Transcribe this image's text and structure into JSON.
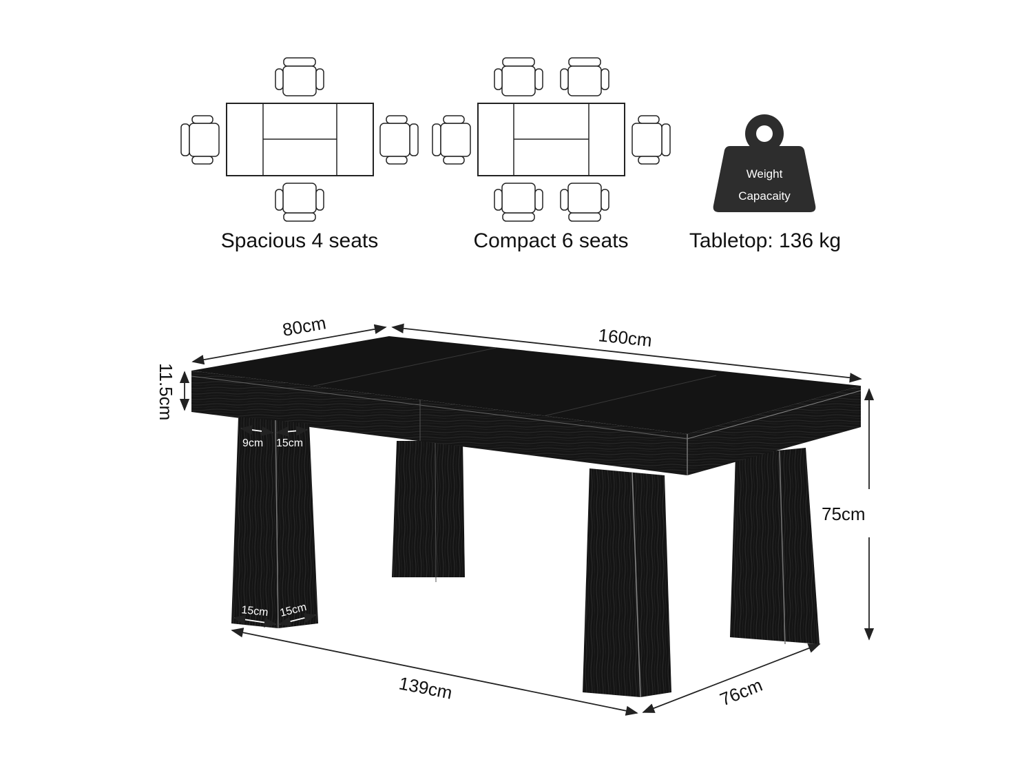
{
  "seating": {
    "layouts": [
      {
        "label": "Spacious 4 seats",
        "seats": 4
      },
      {
        "label": "Compact 6 seats",
        "seats": 6
      }
    ]
  },
  "weight": {
    "icon_text_line1": "Weight",
    "icon_text_line2": "Capacaity",
    "label": "Tabletop: 136 kg"
  },
  "dimensions": {
    "width": "80cm",
    "length": "160cm",
    "top_thickness": "11.5cm",
    "height": "75cm",
    "leg_span_length": "139cm",
    "leg_span_width": "76cm",
    "leg_top_depth": "9cm",
    "leg_top_width": "15cm",
    "leg_bottom_front": "15cm",
    "leg_bottom_side": "15cm"
  },
  "colors": {
    "wood": "#1a1a1a",
    "line": "#111111",
    "background": "#ffffff"
  }
}
